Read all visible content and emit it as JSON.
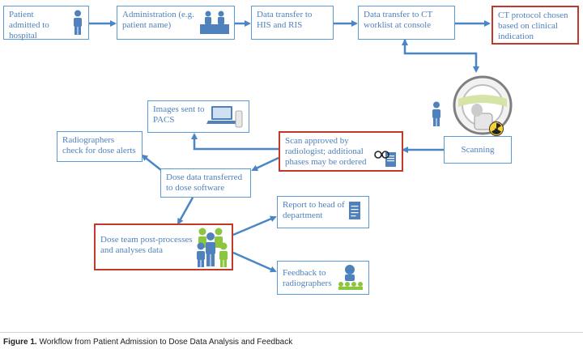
{
  "nodes": {
    "admitted": "Patient admitted to hospital",
    "administration": "Administration (e.g. patient name)",
    "transfer_his": "Data transfer to HIS and RIS",
    "transfer_ct": "Data transfer to CT worklist at console",
    "ct_protocol": "CT protocol chosen based on clinical indication",
    "scanning": "Scanning",
    "scan_approved": "Scan approved by radiologist; additional phases may be ordered",
    "images_pacs": "Images sent to PACS",
    "radiographers_check": "Radiographers check for dose alerts",
    "dose_transferred": "Dose data transferred to dose software",
    "dose_team": "Dose team post-processes and analyses data",
    "report_head": "Report to head of department",
    "feedback": "Feedback to radiographers"
  },
  "caption": {
    "label": "Figure 1.",
    "text": "Workflow from Patient Admission to Dose Data Analysis and Feedback"
  },
  "colors": {
    "box_border": "#5b9bd5",
    "highlight_border": "#c0392b",
    "text": "#4f81bd",
    "icon": "#4f81bd",
    "arrow": "#4a86c5"
  },
  "icons": [
    "person-icon",
    "reception-desk-icon",
    "ct-scanner-icon",
    "radiation-icon",
    "laptop-icon",
    "glasses-document-icon",
    "document-icon",
    "team-icon",
    "meeting-icon"
  ]
}
